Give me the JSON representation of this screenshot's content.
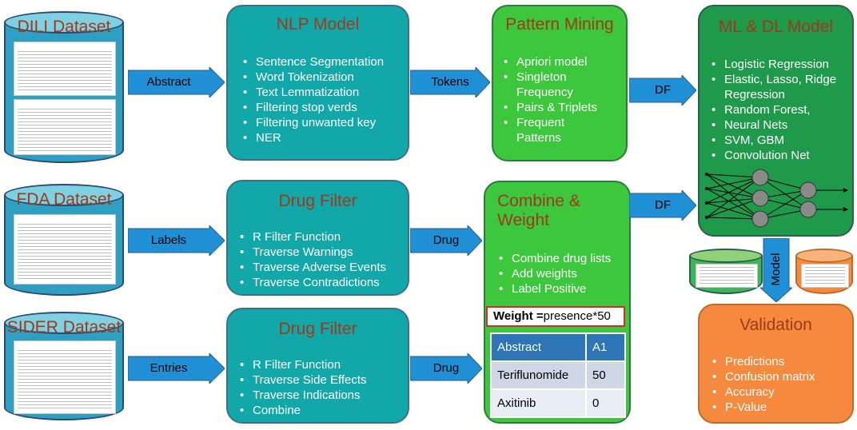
{
  "datasets": [
    {
      "title": "DILI Dataset"
    },
    {
      "title": "FDA Dataset"
    },
    {
      "title": "SIDER Dataset"
    }
  ],
  "boxes": {
    "nlp": {
      "title": "NLP Model",
      "items": [
        "Sentence Segmentation",
        "Word Tokenization",
        "Text Lemmatization",
        "Filtering stop verds",
        "Filtering unwanted key",
        "NER"
      ]
    },
    "drug_filter_fda": {
      "title": "Drug Filter",
      "items": [
        "R Filter Function",
        "Traverse Warnings",
        "Traverse Adverse Events",
        "Traverse Contradictions"
      ]
    },
    "drug_filter_sider": {
      "title": "Drug Filter",
      "items": [
        "R Filter Function",
        "Traverse Side Effects",
        "Traverse Indications",
        "Combine"
      ]
    },
    "pattern": {
      "title": "Pattern Mining",
      "items": [
        "Apriori model",
        "Singleton Frequency",
        "Pairs & Triplets",
        "Frequent Patterns"
      ]
    },
    "combine": {
      "title_line1": "Combine &",
      "title_line2": "Weight",
      "items": [
        "Combine drug lists",
        "Add weights",
        "Label Positive"
      ]
    },
    "ml": {
      "title": "ML & DL Model",
      "items": [
        "Logistic Regression",
        "Elastic, Lasso, Ridge Regression",
        "Random Forest,",
        "Neural Nets",
        "SVM, GBM",
        "Convolution Net"
      ]
    },
    "validation": {
      "title": "Validation",
      "items": [
        "Predictions",
        "Confusion matrix",
        "Accuracy",
        "P-Value"
      ]
    }
  },
  "arrows": {
    "abstract": "Abstract",
    "labels": "Labels",
    "entries": "Entries",
    "tokens": "Tokens",
    "drug1": "Drug",
    "drug2": "Drug",
    "df1": "DF",
    "df2": "DF",
    "model": "Model"
  },
  "weight": {
    "label": "Weight =",
    "formula": "presence*50"
  },
  "weight_table": {
    "header": [
      "Abstract",
      "A1"
    ],
    "rows": [
      [
        "Teriflunomide",
        "50"
      ],
      [
        "Axitinib",
        "0"
      ]
    ]
  },
  "colors": {
    "teal": "#12a8a9",
    "green": "#3cc73c",
    "dark_green": "#1e9a4a",
    "orange": "#f5893d",
    "arrow": "#1f8fd6",
    "title": "#a0391b"
  }
}
